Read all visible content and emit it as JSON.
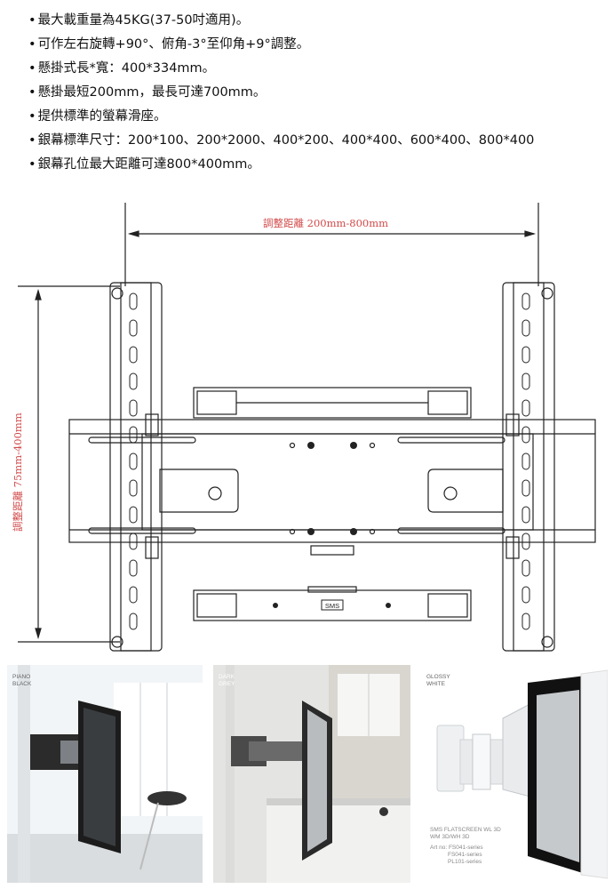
{
  "specs": [
    "最大載重量為45KG(37-50吋適用)。",
    "可作左右旋轉+90°、俯角-3°至仰角+9°調整。",
    "懸掛式長*寬：400*334mm。",
    "懸掛最短200mm，最長可達700mm。",
    "提供標準的螢幕滑座。",
    "銀幕標準尺寸：200*100、200*2000、400*200、400*400、600*400、800*400",
    "銀幕孔位最大距離可達800*400mm。"
  ],
  "diagram": {
    "horizontal_dimension": "調整距離 200mm-800mm",
    "vertical_dimension": "調整距離 75mm-400mm",
    "brand_plate": "SMS"
  },
  "photos": [
    {
      "finish": [
        "PIANO",
        "BLACK"
      ]
    },
    {
      "finish": [
        "DARK",
        "GREY"
      ]
    },
    {
      "finish": [
        "GLOSSY",
        "WHITE"
      ],
      "caption": [
        "SMS FLATSCREEN WL 3D",
        "WM 3D/WH 3D",
        "Art no:  FS041-series",
        "FS041-series",
        "PL101-series"
      ]
    }
  ],
  "colors": {
    "dimension_text": "#d24a4a",
    "line": "#222222"
  }
}
